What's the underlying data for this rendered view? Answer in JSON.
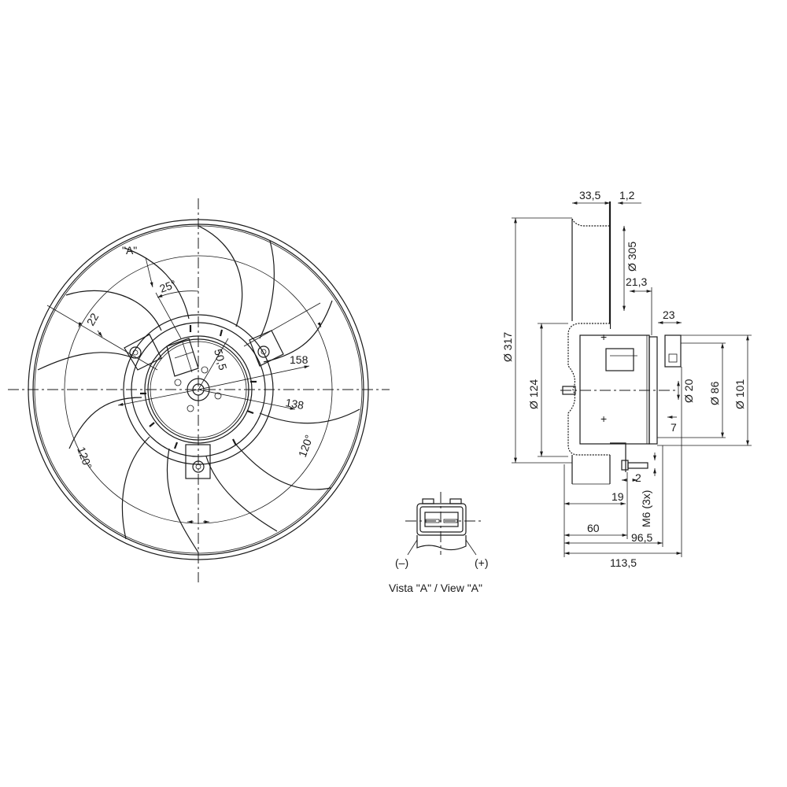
{
  "front_view": {
    "view_marker": "\"A\"",
    "angle_connector": "25°",
    "dim_bracket_width": "22",
    "dim_radius_connector": "50,5",
    "dim_outer_radius": "158",
    "dim_inner_radius": "138",
    "angle_left": "120°",
    "angle_right": "120°",
    "blade_count": 9
  },
  "connector_view": {
    "caption": "Vista \"A\" / View \"A\"",
    "negative_label": "(–)",
    "positive_label": "(+)"
  },
  "side_view": {
    "dim_shroud_depth": "33,5",
    "dim_shroud_thickness": "1,2",
    "dim_outer_diameter": "Ø 317",
    "dim_shroud_diameter": "Ø 305",
    "dim_motor_offset": "21,3",
    "dim_connector_depth": "23",
    "dim_hub_diameter": "Ø 124",
    "dim_shaft_diameter": "Ø 20",
    "dim_motor_diameter": "Ø 86",
    "dim_flange_diameter": "Ø 101",
    "dim_step": "7",
    "dim_stud_offset": "2",
    "dim_19": "19",
    "dim_thread": "M6 (3x)",
    "dim_60": "60",
    "dim_96_5": "96,5",
    "dim_113_5": "113,5"
  }
}
